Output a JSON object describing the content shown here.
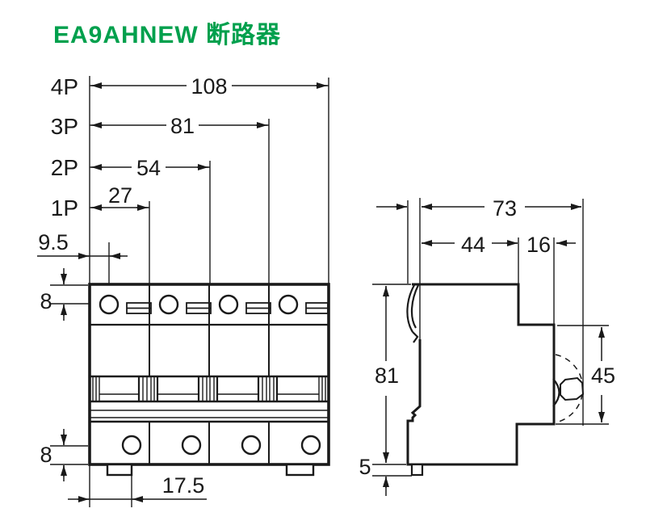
{
  "title": {
    "label": "EA9AHNEW 断路器",
    "color": "#00A04D"
  },
  "front_view": {
    "pole_rows": [
      {
        "pole": "4P",
        "width_mm": "108"
      },
      {
        "pole": "3P",
        "width_mm": "81"
      },
      {
        "pole": "2P",
        "width_mm": "54"
      },
      {
        "pole": "1P",
        "width_mm": "27"
      }
    ],
    "top_screw_offset_mm": "9.5",
    "top_screw_depth_mm": "8",
    "bottom_screw_depth_mm": "8",
    "bottom_screw_offset_mm": "17.5"
  },
  "side_view": {
    "total_depth_mm": "73",
    "rear_depth_mm": "44",
    "front_depth_mm": "16",
    "body_height_mm": "81",
    "front_face_height_mm": "45",
    "clip_foot_height_mm": "5"
  }
}
